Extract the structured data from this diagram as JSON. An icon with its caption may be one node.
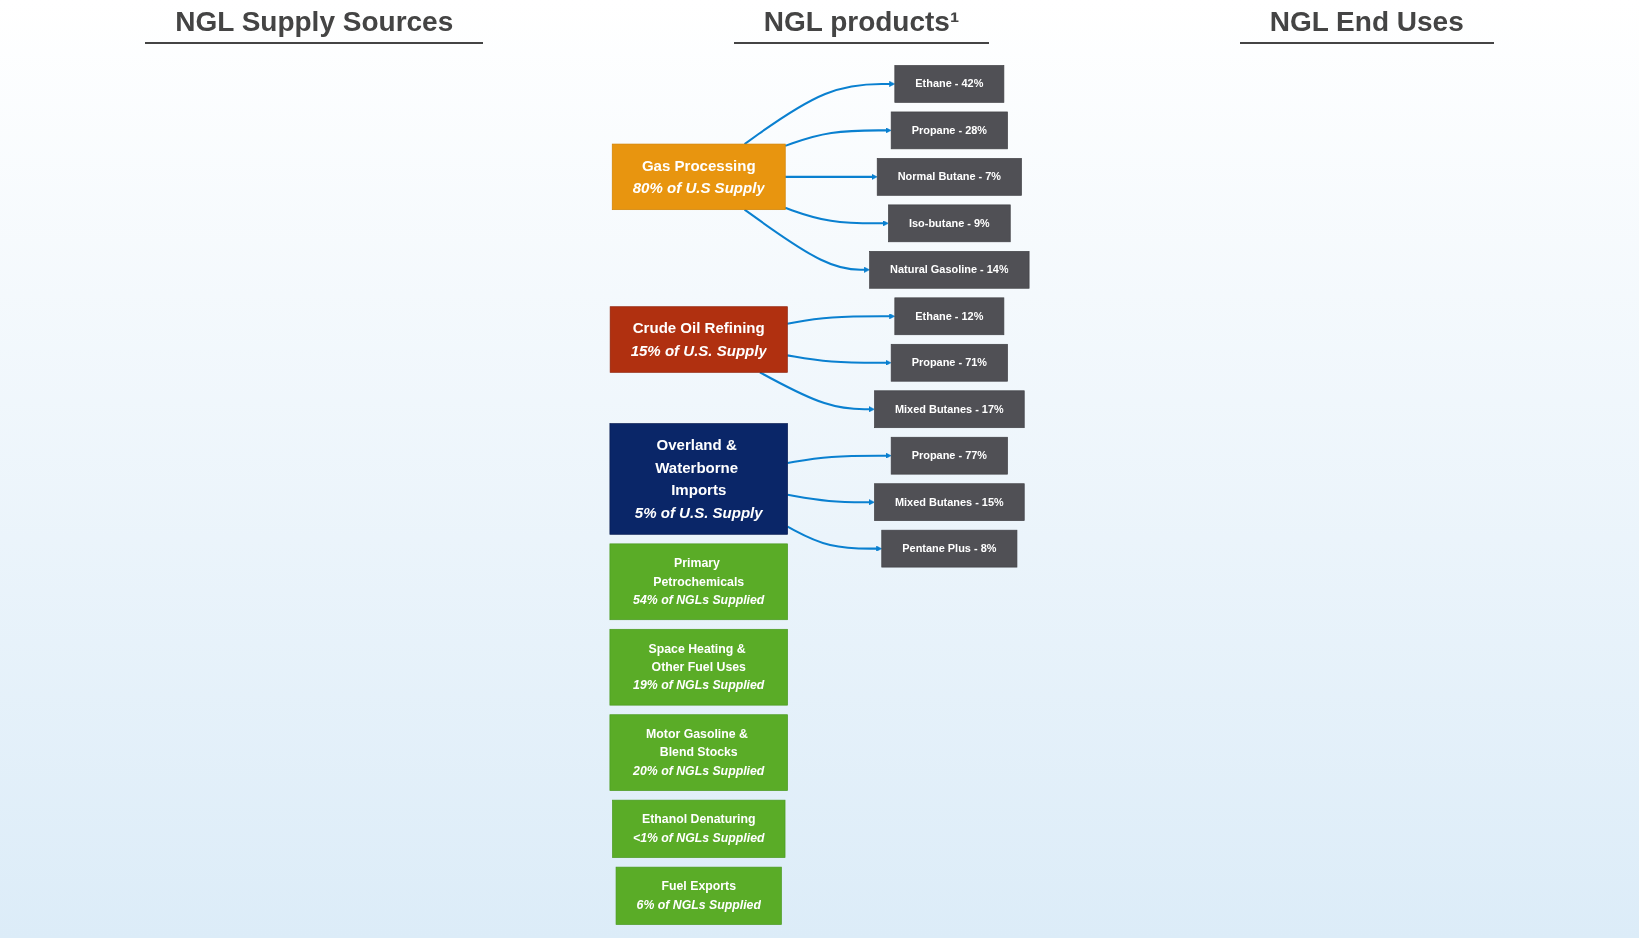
{
  "diagram": {
    "nodes": [
      {
        "text": [
          "Gas Processing",
          "80% of U.S Supply"
        ]
      },
      {
        "text": [
          "Ethane - 42%"
        ]
      },
      {
        "text": [
          "Propane - 28%"
        ]
      },
      {
        "text": [
          "Normal Butane - 7%"
        ]
      },
      {
        "text": [
          "Iso-butane - 9%"
        ]
      },
      {
        "text": [
          "Natural Gasoline - 14%"
        ]
      },
      {
        "text": [
          "Crude Oil Refining",
          "15% of U.S. Supply"
        ]
      },
      {
        "text": [
          "Ethane - 12%"
        ]
      },
      {
        "text": [
          "Propane - 71%"
        ]
      },
      {
        "text": [
          "Mixed Butanes - 17%"
        ]
      },
      {
        "text": [
          "Overland & Waterborne Imports",
          "5% of U.S. Supply"
        ]
      },
      {
        "text": [
          "Propane - 77%"
        ]
      },
      {
        "text": [
          "Mixed Butanes - 15%"
        ]
      },
      {
        "text": [
          "Pentane Plus - 8%"
        ]
      },
      {
        "text": [
          "Primary Petrochemicals",
          "54% of NGLs Supplied"
        ]
      },
      {
        "text": [
          "Space Heating & Other Fuel Uses",
          "19% of NGLs Supplied"
        ]
      },
      {
        "text": [
          "Motor Gasoline & Blend Stocks",
          "20% of NGLs Supplied"
        ]
      },
      {
        "text": [
          "Ethanol Denaturing",
          "<1% of NGLs Supplied"
        ]
      },
      {
        "text": [
          "Fuel Exports",
          "6% of NGLs Supplied"
        ]
      }
    ],
    "edges": [
      {
        "from": 0,
        "to": 1,
        "arrow": "to"
      },
      {
        "from": 0,
        "to": 2,
        "arrow": "to"
      },
      {
        "from": 0,
        "to": 3,
        "arrow": "to"
      },
      {
        "from": 0,
        "to": 4,
        "arrow": "to"
      },
      {
        "from": 0,
        "to": 5,
        "arrow": "to"
      },
      {
        "from": 6,
        "to": 7,
        "arrow": "to"
      },
      {
        "from": 6,
        "to": 8,
        "arrow": "to"
      },
      {
        "from": 6,
        "to": 9,
        "arrow": "to"
      },
      {
        "from": 10,
        "to": 11,
        "arrow": "to"
      },
      {
        "from": 10,
        "to": 12,
        "arrow": "to"
      },
      {
        "from": 10,
        "to": 13,
        "arrow": "to"
      }
    ],
    "labels": [
      "NGL Supply Sources",
      "NGL products¹",
      "NGL End Uses"
    ]
  }
}
